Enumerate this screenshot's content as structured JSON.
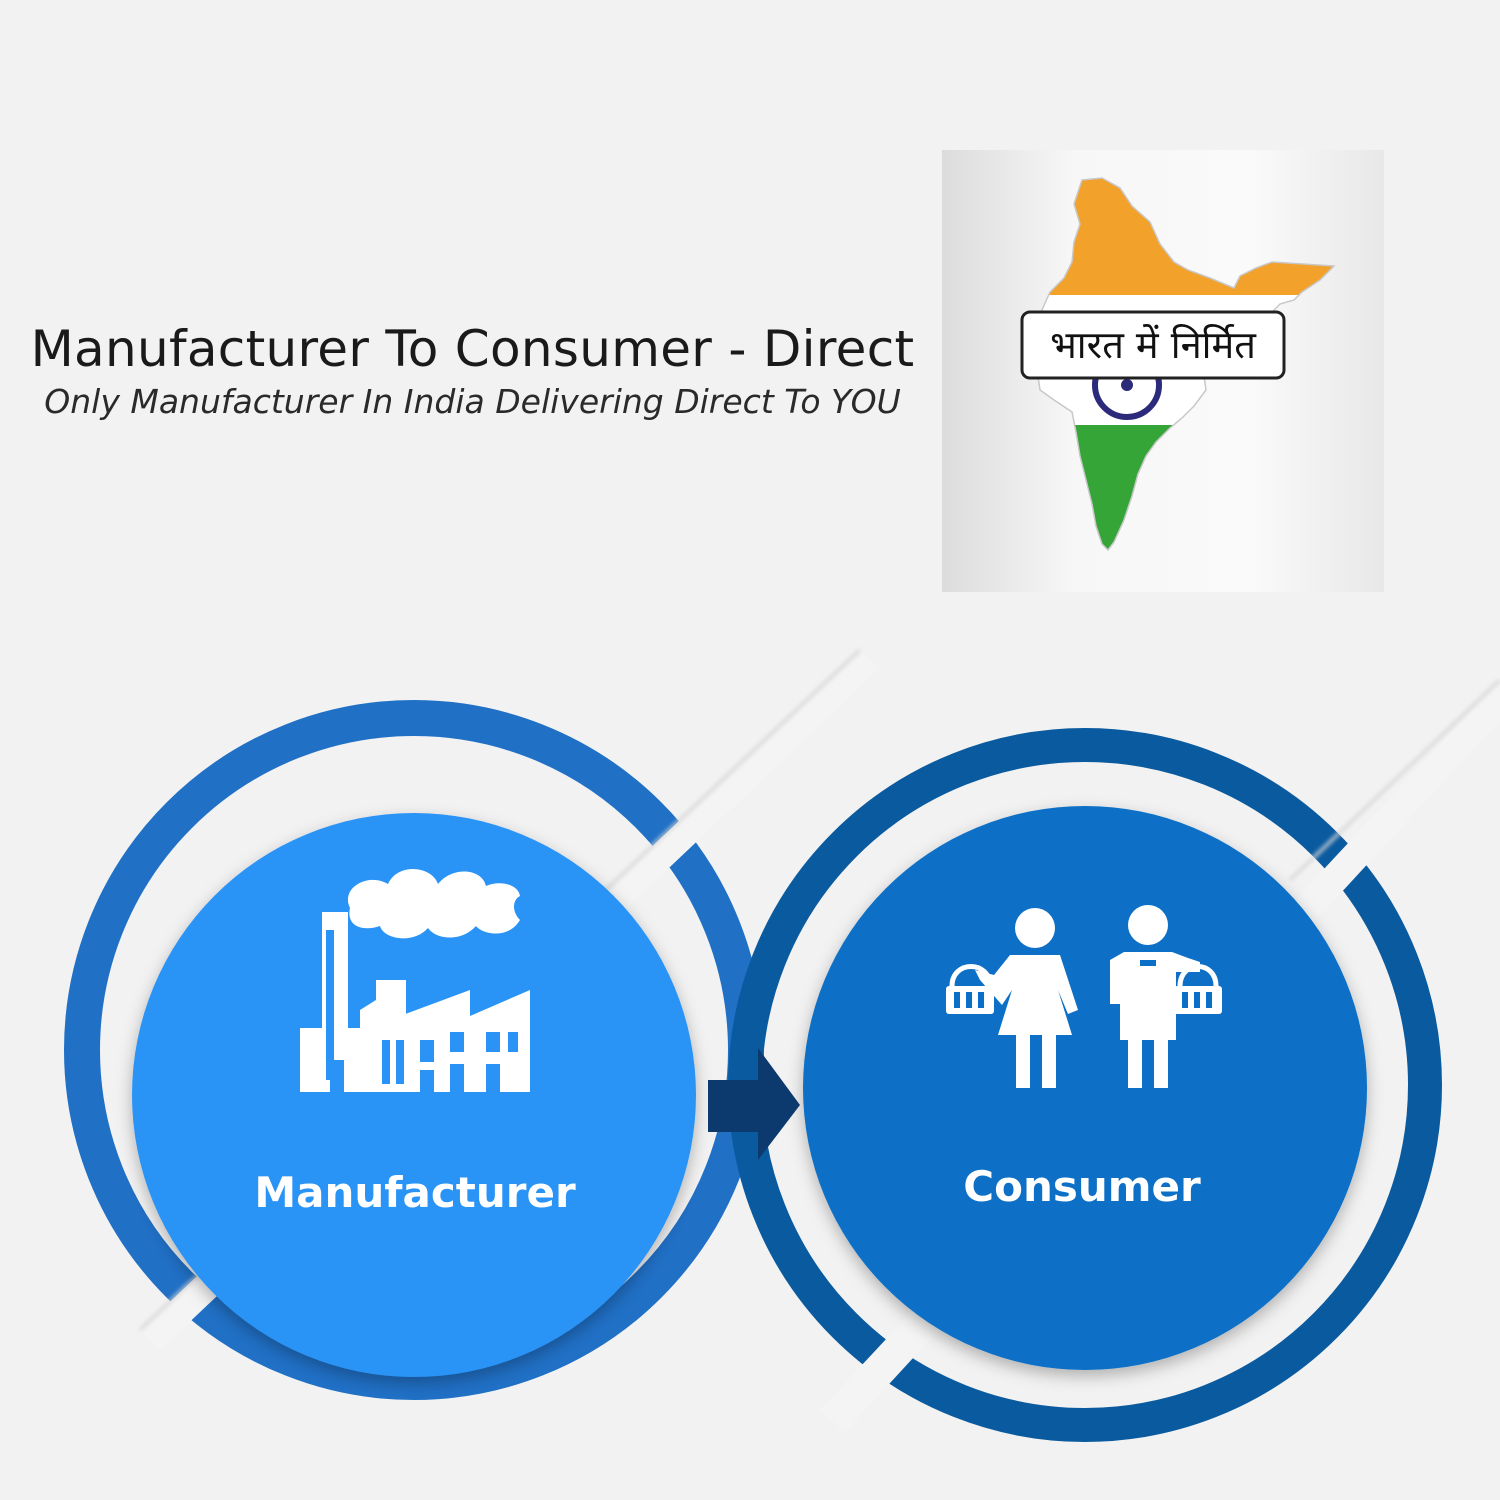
{
  "headline": {
    "title": "Manufacturer To Consumer - Direct",
    "subtitle": "Only Manufacturer In India Delivering Direct To YOU"
  },
  "map_badge": {
    "text": "भारत में निर्मित",
    "icon": "india-map-icon",
    "colors": {
      "saffron": "#f2a12b",
      "white": "#ffffff",
      "green": "#35a537",
      "chakra": "#2c2a7a"
    }
  },
  "diagram": {
    "manufacturer": {
      "label": "Manufacturer",
      "icon": "factory-icon",
      "color": "#2b93f6",
      "ring_color": "#2070c6"
    },
    "consumer": {
      "label": "Consumer",
      "icon": "shoppers-icon",
      "color": "#0a6fc6",
      "ring_color": "#0a5a9f"
    },
    "arrow": {
      "icon": "arrow-right-icon",
      "color": "#0c3a6e"
    }
  }
}
